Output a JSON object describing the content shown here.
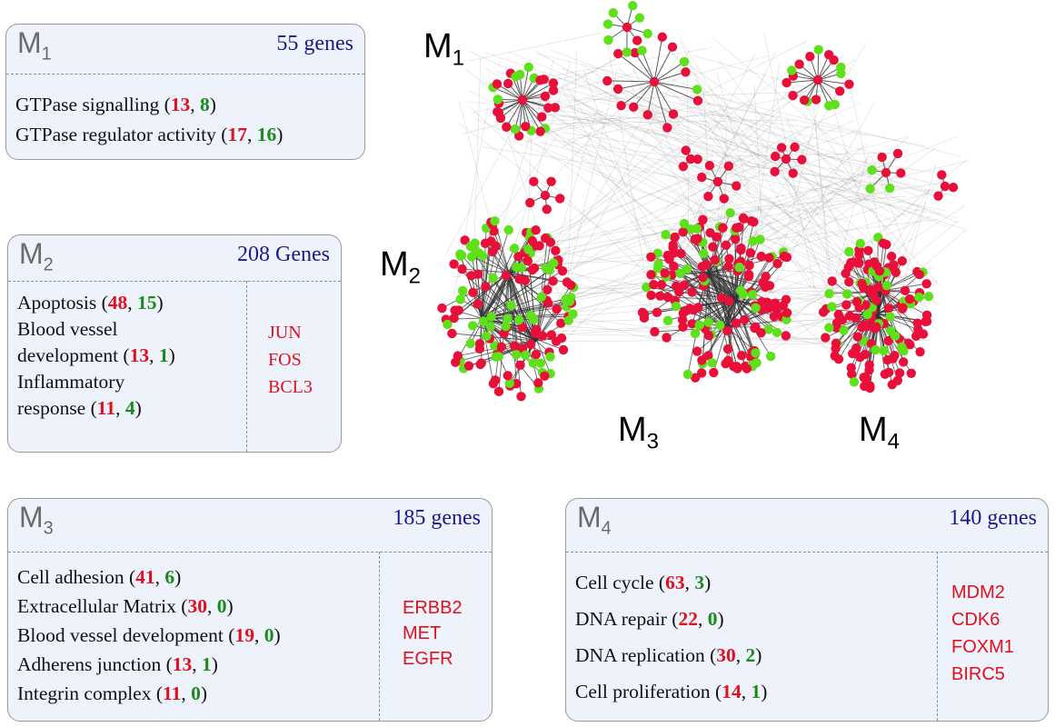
{
  "modules": [
    {
      "name": "M",
      "sub": "1",
      "count": "55 genes",
      "terms": [
        {
          "pre": "GTPase signalling (",
          "a": "13",
          "b": "8"
        },
        {
          "pre": "GTPase regulator activity (",
          "a": "17",
          "b": "16"
        }
      ],
      "genes": []
    },
    {
      "name": "M",
      "sub": "2",
      "count": "208 Genes",
      "terms": [
        {
          "pre": "Apoptosis (",
          "a": "48",
          "b": "15"
        },
        {
          "pre": "Blood vessel",
          "a": "",
          "b": ""
        },
        {
          "pre": "development (",
          "a": "13",
          "b": "1"
        },
        {
          "pre": "Inflammatory",
          "a": "",
          "b": ""
        },
        {
          "pre": "response (",
          "a": "11",
          "b": "4"
        }
      ],
      "genes": [
        "JUN",
        "FOS",
        "BCL3"
      ]
    },
    {
      "name": "M",
      "sub": "3",
      "count": "185 genes",
      "terms": [
        {
          "pre": "Cell adhesion (",
          "a": "41",
          "b": "6"
        },
        {
          "pre": "Extracellular Matrix (",
          "a": "30",
          "b": "0"
        },
        {
          "pre": "Blood vessel  development (",
          "a": "19",
          "b": "0"
        },
        {
          "pre": "Adherens junction (",
          "a": "13",
          "b": "1"
        },
        {
          "pre": "Integrin complex (",
          "a": "11",
          "b": "0"
        }
      ],
      "genes": [
        "ERBB2",
        "MET",
        "EGFR"
      ]
    },
    {
      "name": "M",
      "sub": "4",
      "count": "140 genes",
      "terms": [
        {
          "pre": "Cell cycle (",
          "a": "63",
          "b": "3"
        },
        {
          "pre": "DNA repair (",
          "a": "22",
          "b": "0"
        },
        {
          "pre": "DNA replication (",
          "a": "30",
          "b": "2"
        },
        {
          "pre": "Cell proliferation (",
          "a": "14",
          "b": "1"
        }
      ],
      "genes": [
        "MDM2",
        "CDK6",
        "FOXM1",
        "BIRC5"
      ]
    }
  ],
  "network_labels": [
    {
      "name": "M",
      "sub": "1"
    },
    {
      "name": "M",
      "sub": "2"
    },
    {
      "name": "M",
      "sub": "3"
    },
    {
      "name": "M",
      "sub": "4"
    }
  ],
  "colors": {
    "red_node": "#e8103a",
    "green_node": "#5ee01a",
    "edge": "#9a9a9a",
    "count_text": "#1a1a8a"
  }
}
